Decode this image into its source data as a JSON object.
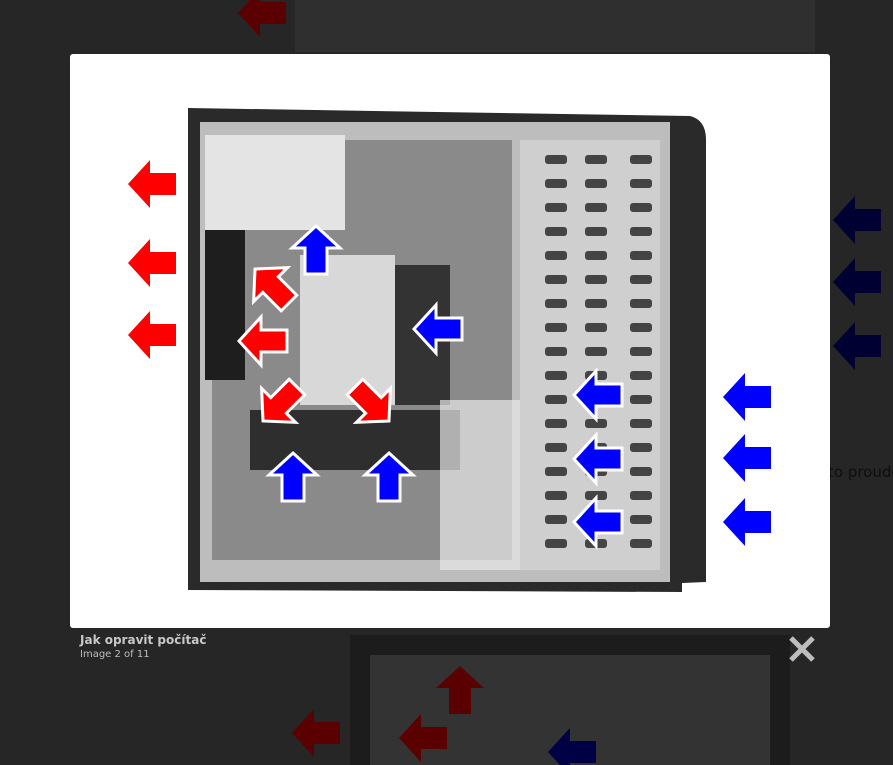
{
  "background": {
    "partial_text": "to proudě"
  },
  "lightbox": {
    "title": "Jak opravit počítač",
    "counter": "Image 2 of 11",
    "image_description_icons": "pc-case-airflow-photo"
  },
  "colors": {
    "exhaust_arrow": "#ff0000",
    "intake_arrow": "#0000ff",
    "overlay": "#262626"
  }
}
